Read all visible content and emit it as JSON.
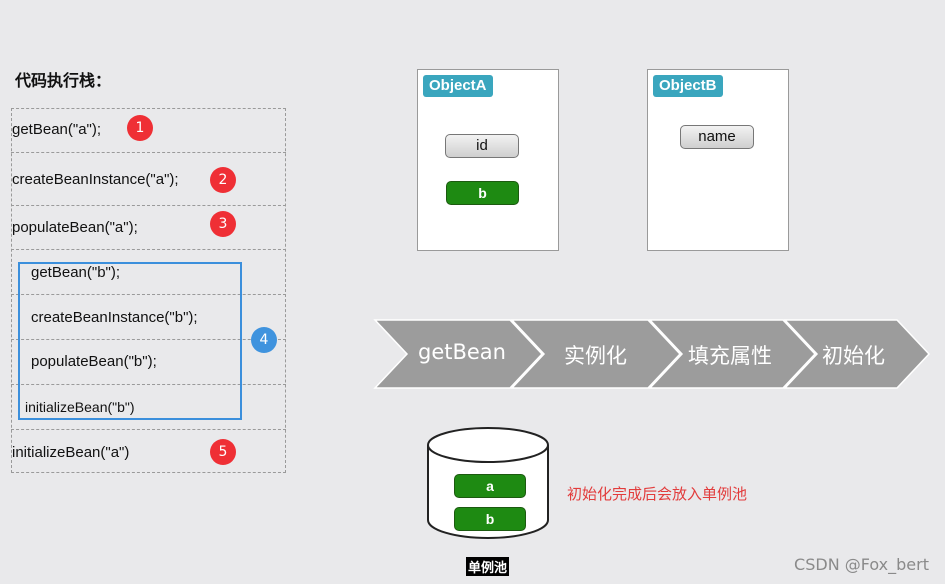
{
  "stack": {
    "title": "代码执行栈：",
    "rows": [
      {
        "text": "getBean(\"a\");",
        "badge": "1"
      },
      {
        "text": "createBeanInstance(\"a\");",
        "badge": "2"
      },
      {
        "text": "populateBean(\"a\");",
        "badge": "3"
      },
      {
        "text": "getBean(\"b\");"
      },
      {
        "text": "createBeanInstance(\"b\");"
      },
      {
        "text": "populateBean(\"b\");"
      },
      {
        "text": "initializeBean(\"b\")"
      },
      {
        "text": "initializeBean(\"a\")",
        "badge": "5"
      }
    ],
    "inner_badge": "4"
  },
  "objectA": {
    "title": "ObjectA",
    "fields": [
      "id",
      "b"
    ]
  },
  "objectB": {
    "title": "ObjectB",
    "fields": [
      "name"
    ]
  },
  "process": {
    "steps": [
      "getBean",
      "实例化",
      "填充属性",
      "初始化"
    ]
  },
  "pool": {
    "items": [
      "a",
      "b"
    ],
    "label": "单例池"
  },
  "note": "初始化完成后会放入单例池",
  "watermark": "CSDN @Fox_bert",
  "colors": {
    "badge_red": "#ef2f35",
    "badge_blue": "#3f93de",
    "bean_green": "#1e8a12",
    "tag_teal": "#3aa6be",
    "arrow_grey": "#9c9c9c",
    "note_red": "#e23c3c"
  }
}
